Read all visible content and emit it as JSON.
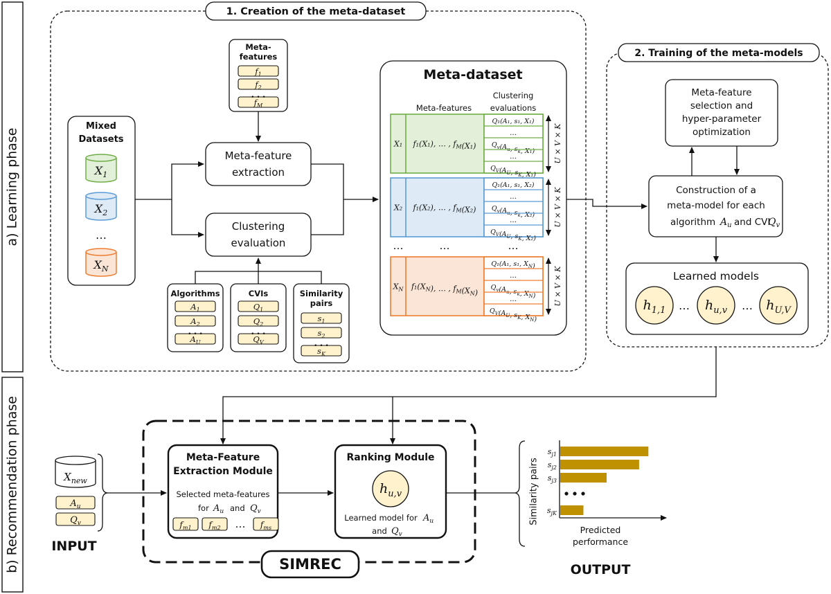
{
  "phases": {
    "learning": "a) Learning phase",
    "recommendation": "b) Recommendation phase"
  },
  "sections": {
    "creation": "1. Creation of the meta-dataset",
    "training": "2. Training of the meta-models"
  },
  "mixed_datasets": {
    "title_line1": "Mixed",
    "title_line2": "Datasets",
    "items": [
      {
        "label": "X",
        "sub": "1",
        "color": "#70ad47",
        "fill": "#e2f0d9"
      },
      {
        "label": "X",
        "sub": "2",
        "color": "#5b9bd5",
        "fill": "#deebf7"
      },
      {
        "label": "X",
        "sub": "N",
        "color": "#ed7d31",
        "fill": "#fbe5d6"
      }
    ],
    "ellipsis": "…"
  },
  "meta_features_box": {
    "title_line1": "Meta-",
    "title_line2": "features",
    "items": [
      "f",
      "f",
      "f"
    ],
    "subs": [
      "1",
      "2",
      "M"
    ],
    "ellipsis": "• • •"
  },
  "extraction": {
    "line1": "Meta-feature",
    "line2": "extraction"
  },
  "clustering": {
    "line1": "Clustering",
    "line2": "evaluation"
  },
  "algorithms": {
    "title": "Algorithms",
    "items": [
      "A",
      "A",
      "A"
    ],
    "subs": [
      "1",
      "2",
      "U"
    ],
    "ellipsis": "• • •"
  },
  "cvis": {
    "title": "CVIs",
    "items": [
      "Q",
      "Q",
      "Q"
    ],
    "subs": [
      "1",
      "2",
      "V"
    ],
    "ellipsis": "• • •"
  },
  "similarity": {
    "title_line1": "Similarity",
    "title_line2": "pairs",
    "items": [
      "s",
      "s",
      "s"
    ],
    "subs": [
      "1",
      "2",
      "K"
    ],
    "ellipsis": "• • •"
  },
  "meta_dataset": {
    "title": "Meta-dataset",
    "col_meta": "Meta-features",
    "col_eval_line1": "Clustering",
    "col_eval_line2": "evaluations",
    "side_label": "U × V × K",
    "rows": [
      {
        "x": "X₁",
        "f": "f₁(X₁), … , f_M(X₁)",
        "color": "#70ad47",
        "fill": "#e2f0d9",
        "q": [
          "Q₁(A₁, s₁, X₁)",
          "…",
          "Q_v(A_u, s_k, X₁)",
          "…",
          "Q_V(A_U, s_K, X₁)"
        ]
      },
      {
        "x": "X₂",
        "f": "f₁(X₂), … , f_M(X₂)",
        "color": "#5b9bd5",
        "fill": "#deebf7",
        "q": [
          "Q₁(A₁, s₁, X₂)",
          "…",
          "Q_v(A_u, s_k, X₂)",
          "…",
          "Q_V(A_U, s_K, X₂)"
        ]
      },
      {
        "x": "X_N",
        "f": "f₁(X_N), … , f_M(X_N)",
        "color": "#ed7d31",
        "fill": "#fbe5d6",
        "q": [
          "Q₁(A₁, s₁, X_N)",
          "…",
          "Q_v(A_u, s_k, X_N)",
          "…",
          "Q_V(A_U, s_K, X_N)"
        ]
      }
    ],
    "gap": [
      "…",
      "…",
      "…"
    ]
  },
  "selection": {
    "line1": "Meta-feature",
    "line2": "selection and",
    "line3": "hyper-parameter",
    "line4": "optimization"
  },
  "construction": {
    "line1": "Construction of a",
    "line2": "meta-model for each",
    "line3a": "algorithm",
    "line3b": "and CVI"
  },
  "learned_models": {
    "title": "Learned models",
    "items": [
      "h₁,₁",
      "h_u,v",
      "h_U,V"
    ],
    "ellipsis": "…"
  },
  "input": {
    "dataset": "X_new",
    "a": "A_u",
    "q": "Q_v",
    "label": "INPUT"
  },
  "mfe_module": {
    "title_line1": "Meta-Feature",
    "title_line2": "Extraction Module",
    "desc_line1": "Selected meta-features",
    "desc_line2a": "for",
    "desc_line2b": "and",
    "chips": [
      "f_m1",
      "f_m2",
      "f_ms"
    ],
    "ellipsis": "…"
  },
  "ranking_module": {
    "title": "Ranking Module",
    "model": "h_u,v",
    "desc_line1": "Learned model for",
    "desc_line2": "and"
  },
  "simrec": "SIMREC",
  "output": {
    "label": "OUTPUT",
    "ylabel": "Similarity pairs",
    "xlabel_line1": "Predicted",
    "xlabel_line2": "performance",
    "bar_color": "#bf9000"
  },
  "chart_data": {
    "type": "bar",
    "orientation": "horizontal",
    "categories": [
      "s_j1",
      "s_j2",
      "s_j3",
      "s_jK"
    ],
    "values": [
      0.95,
      0.85,
      0.5,
      0.25
    ],
    "ylabel": "Similarity pairs",
    "xlabel": "Predicted performance",
    "ellipsis_after_index": 2
  }
}
